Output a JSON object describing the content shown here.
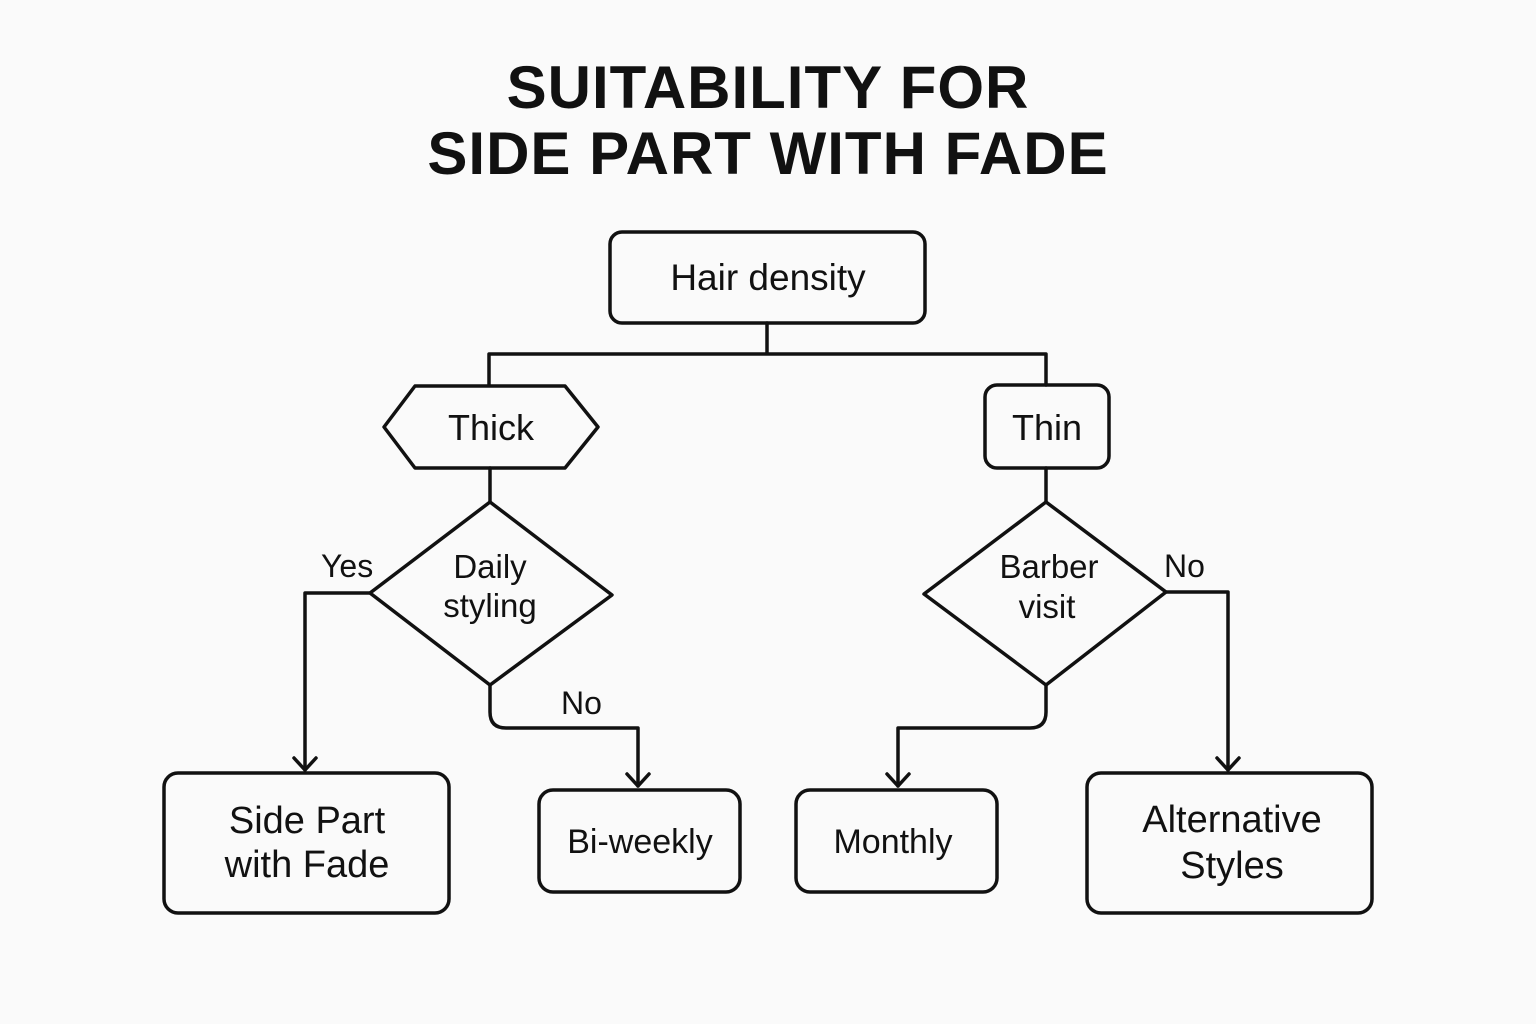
{
  "title": {
    "line1": "SUITABILITY FOR",
    "line2": "SIDE PART WITH FADE"
  },
  "nodes": {
    "root": {
      "label": "Hair density",
      "shape": "rounded-rect"
    },
    "thick": {
      "label": "Thick",
      "shape": "hexagon"
    },
    "thin": {
      "label": "Thin",
      "shape": "rounded-rect"
    },
    "daily_styling": {
      "line1": "Daily",
      "line2": "styling",
      "shape": "diamond"
    },
    "barber_visit": {
      "line1": "Barber",
      "line2": "visit",
      "shape": "diamond"
    },
    "side_part": {
      "line1": "Side Part",
      "line2": "with Fade",
      "shape": "rounded-rect"
    },
    "biweekly": {
      "label": "Bi-weekly",
      "shape": "rounded-rect"
    },
    "monthly": {
      "label": "Monthly",
      "shape": "rounded-rect"
    },
    "alternative": {
      "line1": "Alternative",
      "line2": "Styles",
      "shape": "rounded-rect"
    }
  },
  "edge_labels": {
    "daily_yes": "Yes",
    "daily_no": "No",
    "barber_no": "No"
  },
  "colors": {
    "stroke": "#111111",
    "background": "#fafafa"
  }
}
